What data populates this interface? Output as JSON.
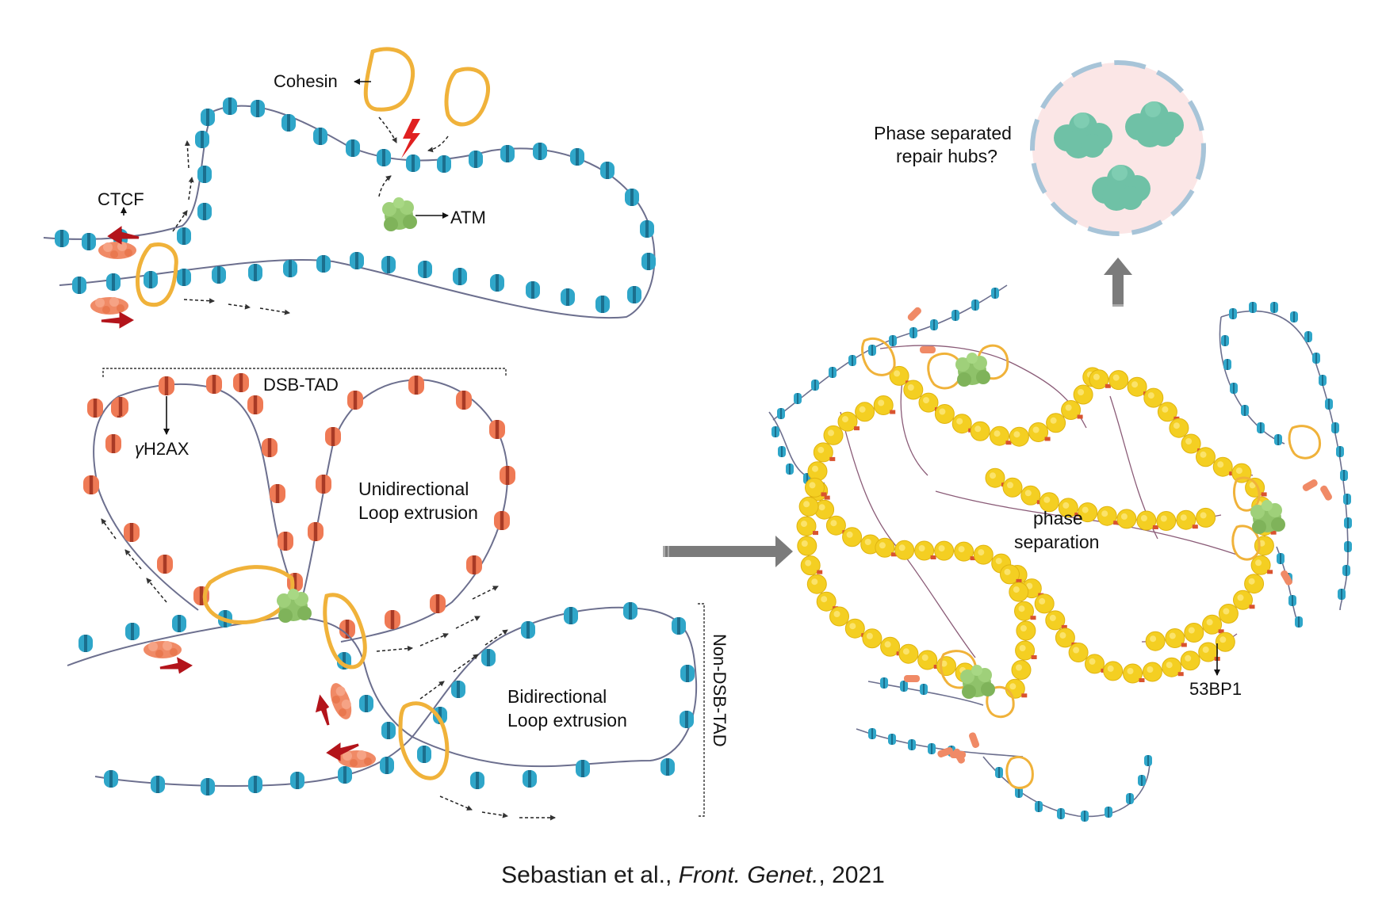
{
  "labels": {
    "cohesin": "Cohesin",
    "ctcf": "CTCF",
    "atm": "ATM",
    "dsb_tad": "DSB-TAD",
    "gamma_h2ax_greek": "γ",
    "gamma_h2ax_rest": "H2AX",
    "unidirectional_line1": "Unidirectional",
    "unidirectional_line2": "Loop extrusion",
    "bidirectional_line1": "Bidirectional",
    "bidirectional_line2": "Loop extrusion",
    "non_dsb_tad": "Non-DSB-TAD",
    "phase_hubs_line1": "Phase separated",
    "phase_hubs_line2": "repair hubs?",
    "phase_sep_line1": "phase",
    "phase_sep_line2": "separation",
    "bp53": "53BP1"
  },
  "caption": {
    "authors": "Sebastian et al., ",
    "journal": "Front. Genet.",
    "year": ", 2021"
  },
  "colors": {
    "nucleosome_blue": "#2fa6c9",
    "nucleosome_red": "#ef7a55",
    "dna_strand": "#6c6f8e",
    "cohesin_ring": "#f0b23a",
    "ctcf": "#f08a66",
    "ctcf_arrow": "#b3141b",
    "atm_green": "#8fc26a",
    "foci_yellow": "#f4cf22",
    "hub_fill": "#fbe6e6",
    "hub_blob": "#6fc1a6",
    "grey_arrow": "#7b7b7b"
  }
}
